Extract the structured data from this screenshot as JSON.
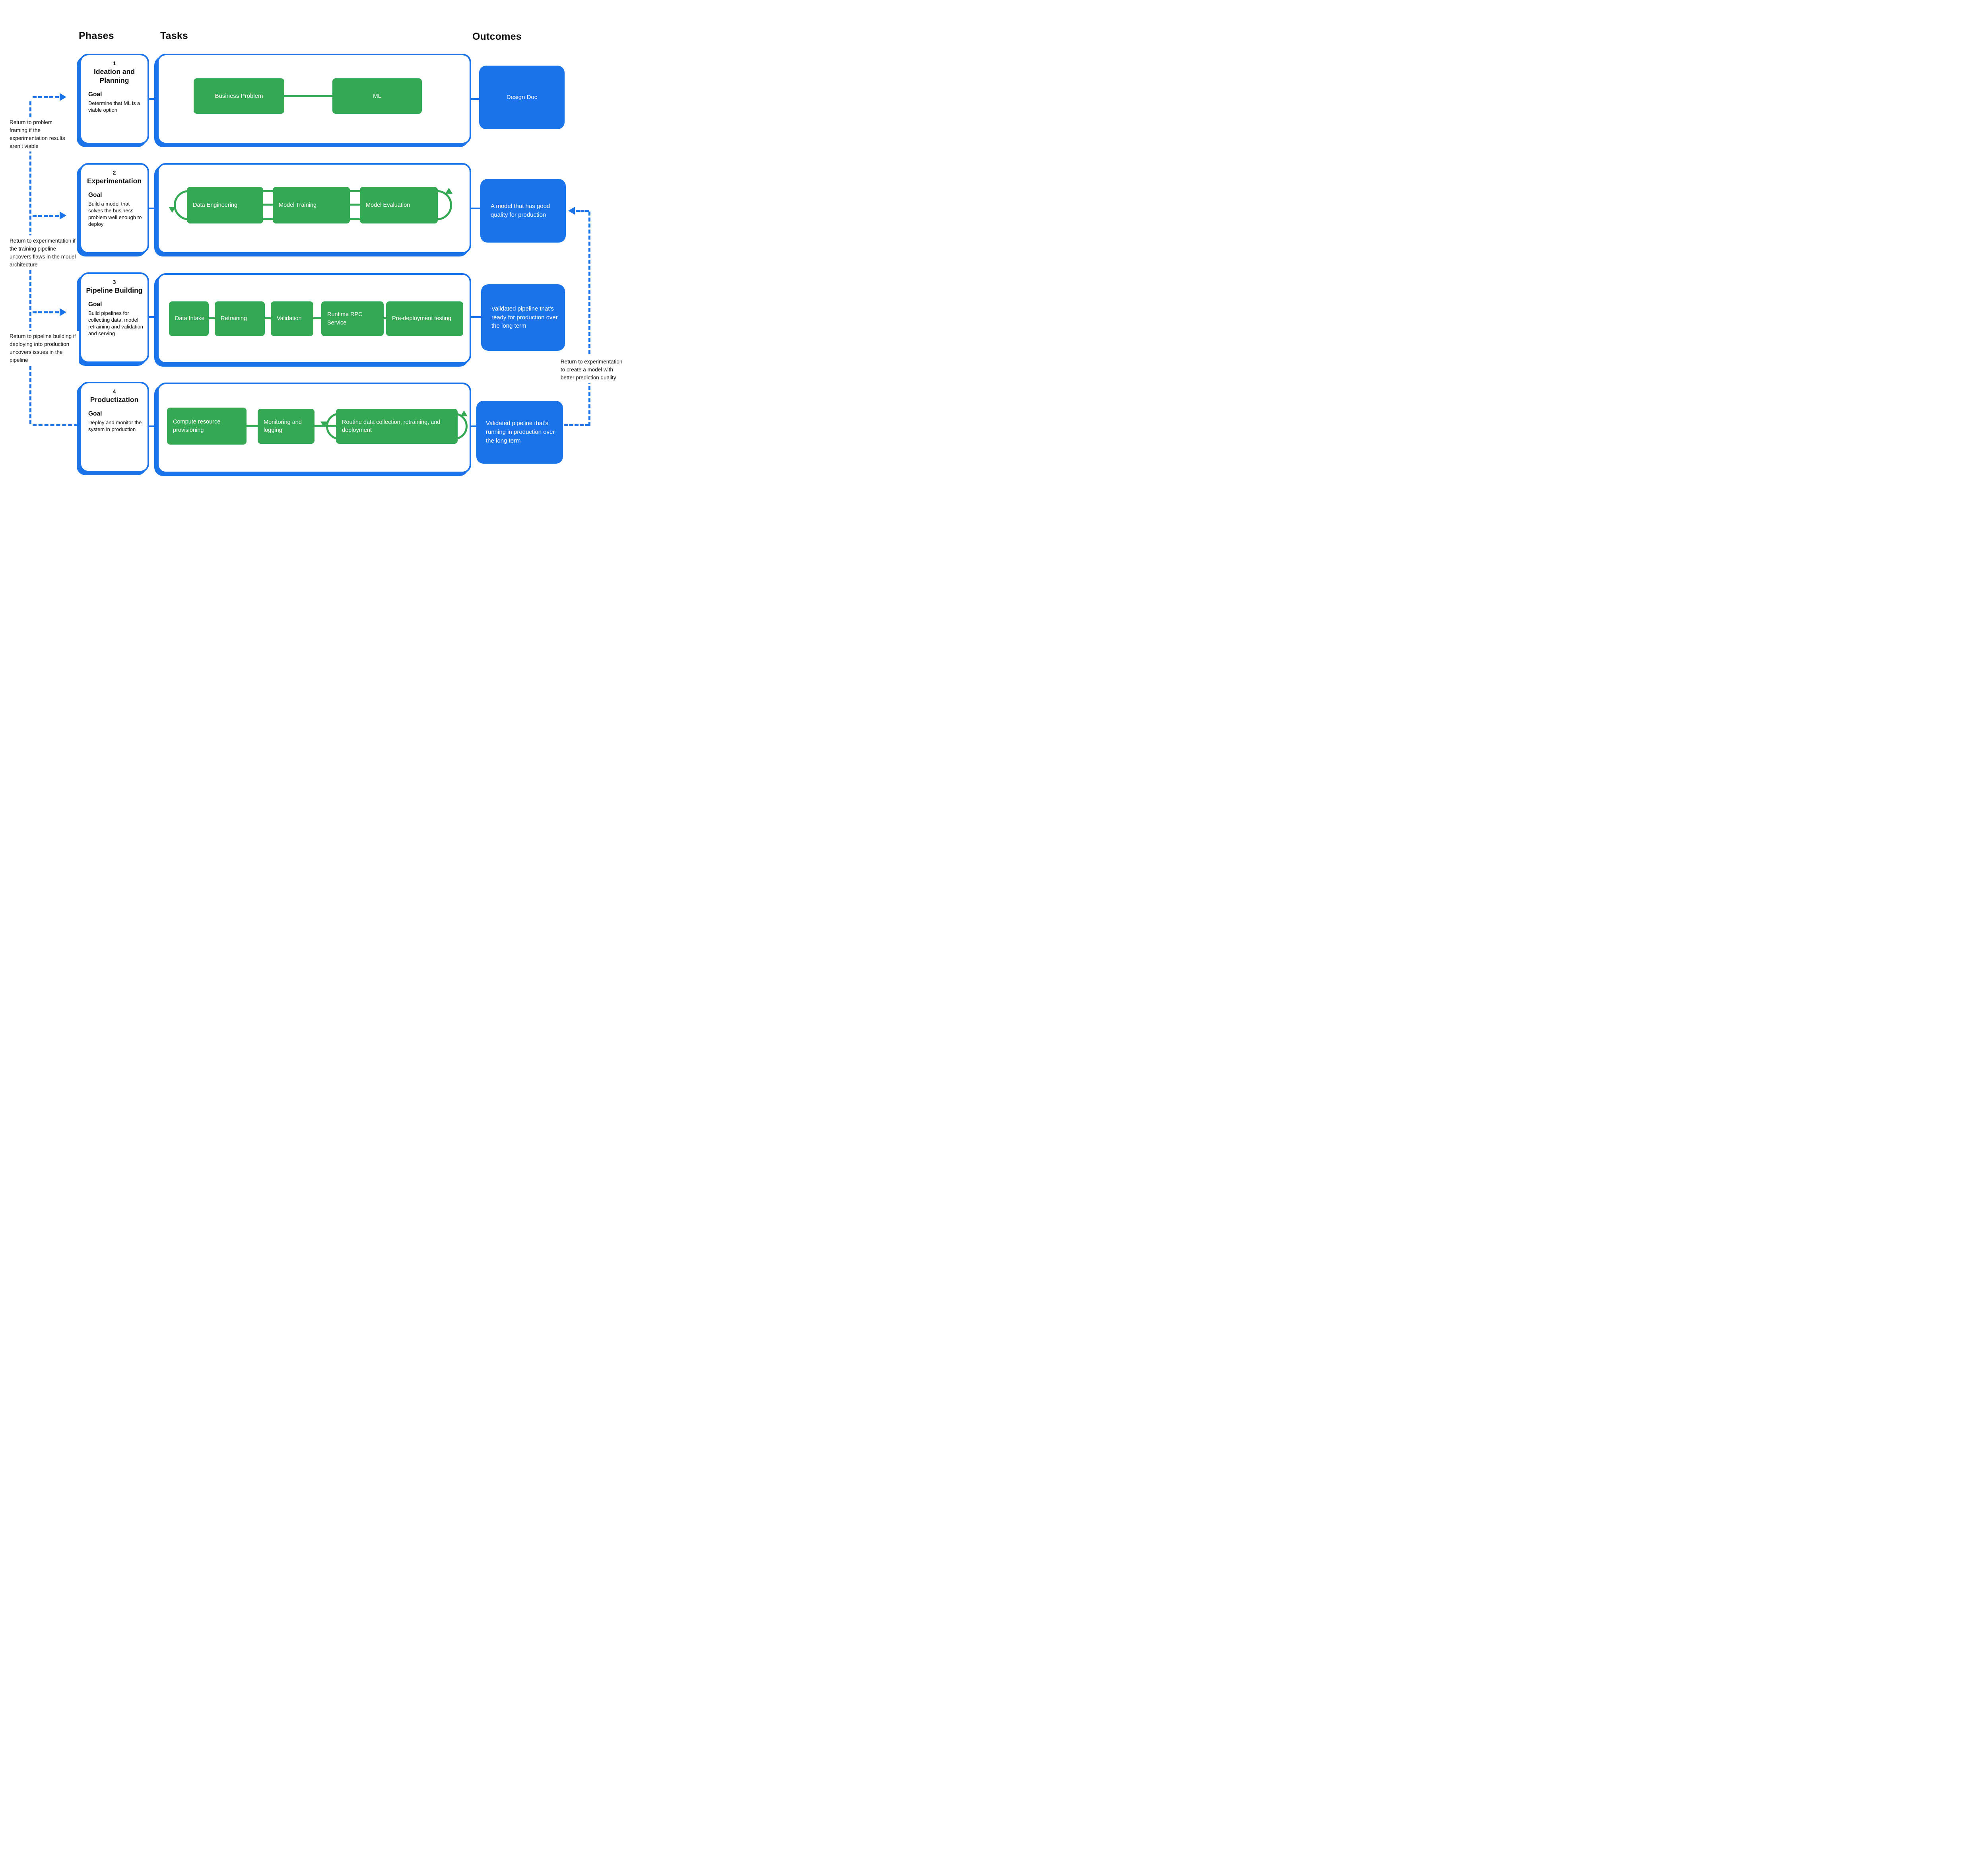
{
  "header": {
    "phases": "Phases",
    "tasks": "Tasks",
    "outcomes": "Outcomes"
  },
  "phases": [
    {
      "number": "1",
      "title": "Ideation and Planning",
      "goal_label": "Goal",
      "goal_text": "Determine that ML is a viable option",
      "tasks": [
        "Business Problem",
        "ML"
      ],
      "outcome": "Design Doc"
    },
    {
      "number": "2",
      "title": "Experimentation",
      "goal_label": "Goal",
      "goal_text": "Build a model that solves the business problem well enough to deploy",
      "tasks": [
        "Data Engineering",
        "Model Training",
        "Model Evaluation"
      ],
      "outcome": "A model that has good quality for production"
    },
    {
      "number": "3",
      "title": "Pipeline Building",
      "goal_label": "Goal",
      "goal_text": "Build pipelines for collecting data, model retraining and validation and serving",
      "tasks": [
        "Data Intake",
        "Retraining",
        "Validation",
        "Runtime RPC Service",
        "Pre-deployment testing"
      ],
      "outcome": "Validated pipeline that’s ready for production over the long term"
    },
    {
      "number": "4",
      "title": "Productization",
      "goal_label": "Goal",
      "goal_text": "Deploy and monitor the system in production",
      "tasks": [
        "Compute resource provisioning",
        "Monitoring and logging",
        "Routine data collection, retraining, and deployment"
      ],
      "outcome": "Validated pipeline that’s running in production over the long term"
    }
  ],
  "annotations": {
    "left": [
      "Return to problem framing if the experimentation results aren’t viable",
      "Return to experimentation if the training pipeline uncovers flaws in the model architecture",
      "Return to pipeline building if deploying into production uncovers issues in the pipeline"
    ],
    "right": "Return to experimentation to create a model with better prediction quality"
  },
  "colors": {
    "blue": "#1A73E8",
    "green": "#34A853"
  }
}
